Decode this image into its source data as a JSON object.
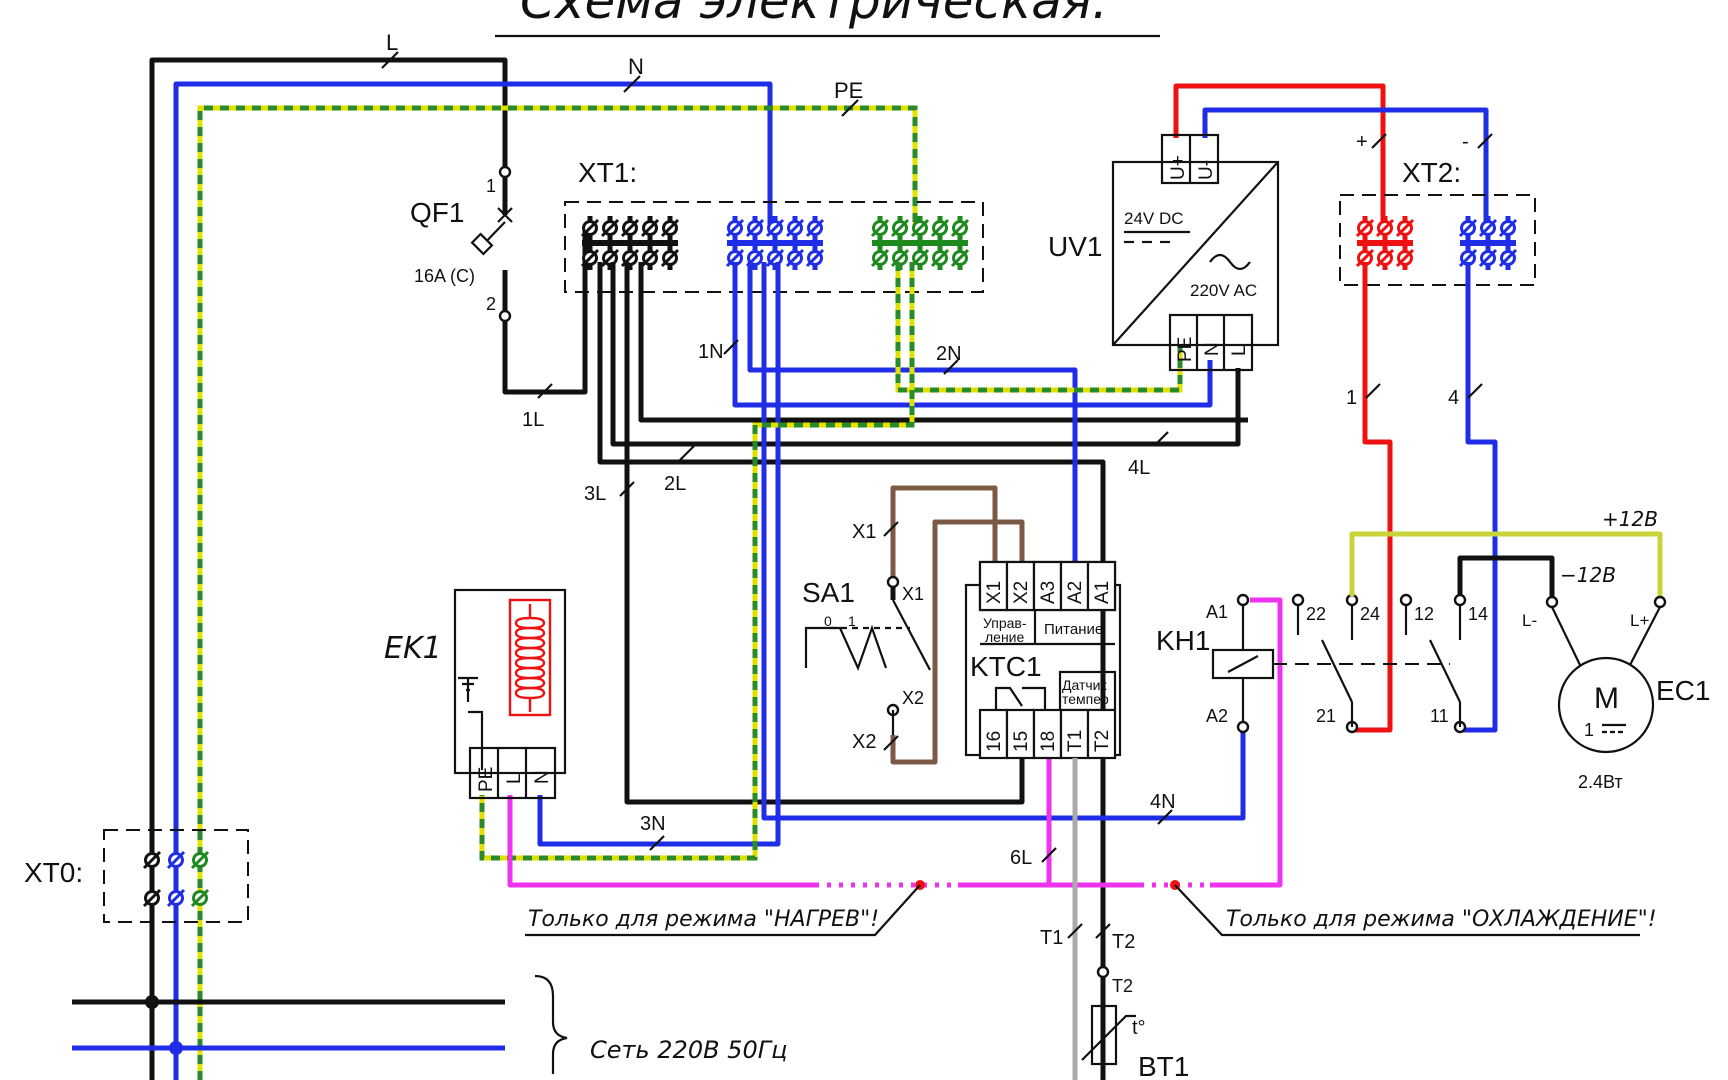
{
  "title": "Схема электрическая.",
  "wire_labels": {
    "L": "L",
    "N": "N",
    "PE": "PE",
    "l1": "1L",
    "l2": "2L",
    "l3": "3L",
    "l4": "4L",
    "l6": "6L",
    "n1": "1N",
    "n2": "2N",
    "n3": "3N",
    "n4": "4N",
    "plus": "+",
    "minus": "-",
    "w1": "1",
    "w4": "4",
    "t1": "T1",
    "t2": "T2",
    "t2b": "T2",
    "x1a": "X1",
    "x1b": "X1",
    "x2a": "X2",
    "x2b": "X2",
    "plus12": "+12В",
    "minus12": "−12В"
  },
  "components": {
    "qf1": {
      "name": "QF1",
      "rating": "16A (C)",
      "pin1": "1",
      "pin2": "2"
    },
    "xt1": {
      "name": "XT1:"
    },
    "xt2": {
      "name": "XT2:"
    },
    "xt0": {
      "name": "XT0:"
    },
    "uv1": {
      "name": "UV1",
      "out": "24V DC",
      "in": "220V AC",
      "pin_uplus": "U+",
      "pin_uminus": "U-",
      "pin_pe": "PE",
      "pin_n": "N",
      "pin_l": "L"
    },
    "ek1": {
      "name": "EK1",
      "pin_pe": "PE",
      "pin_l": "L",
      "pin_n": "N"
    },
    "sa1": {
      "name": "SA1",
      "pos0": "0",
      "pos1": "1"
    },
    "ktc1": {
      "name": "KTC1",
      "top_pins": [
        "X1",
        "X2",
        "A3",
        "A2",
        "A1"
      ],
      "bottom_pins": [
        "16",
        "15",
        "18",
        "T1",
        "T2"
      ],
      "ctrl_label_1": "Управ-",
      "ctrl_label_2": "ление",
      "power_label": "Питание",
      "sensor_label_1": "Датчик",
      "sensor_label_2": "темпер"
    },
    "kh1": {
      "name": "KH1",
      "a1": "A1",
      "a2": "A2",
      "c22": "22",
      "c24": "24",
      "c21": "21",
      "c12": "12",
      "c14": "14",
      "c11": "11"
    },
    "ec1": {
      "name": "EC1",
      "motor": "M",
      "phase": "1",
      "power": "2.4Вт",
      "lminus": "L-",
      "lplus": "L+"
    },
    "bt1": {
      "name": "BT1",
      "temp": "t°"
    }
  },
  "notes": {
    "heat": "Только для режима \"НАГРЕВ\"!",
    "cool": "Только для режима \"ОХЛАЖДЕНИЕ\"!",
    "mains": "Сеть 220В 50Гц"
  }
}
